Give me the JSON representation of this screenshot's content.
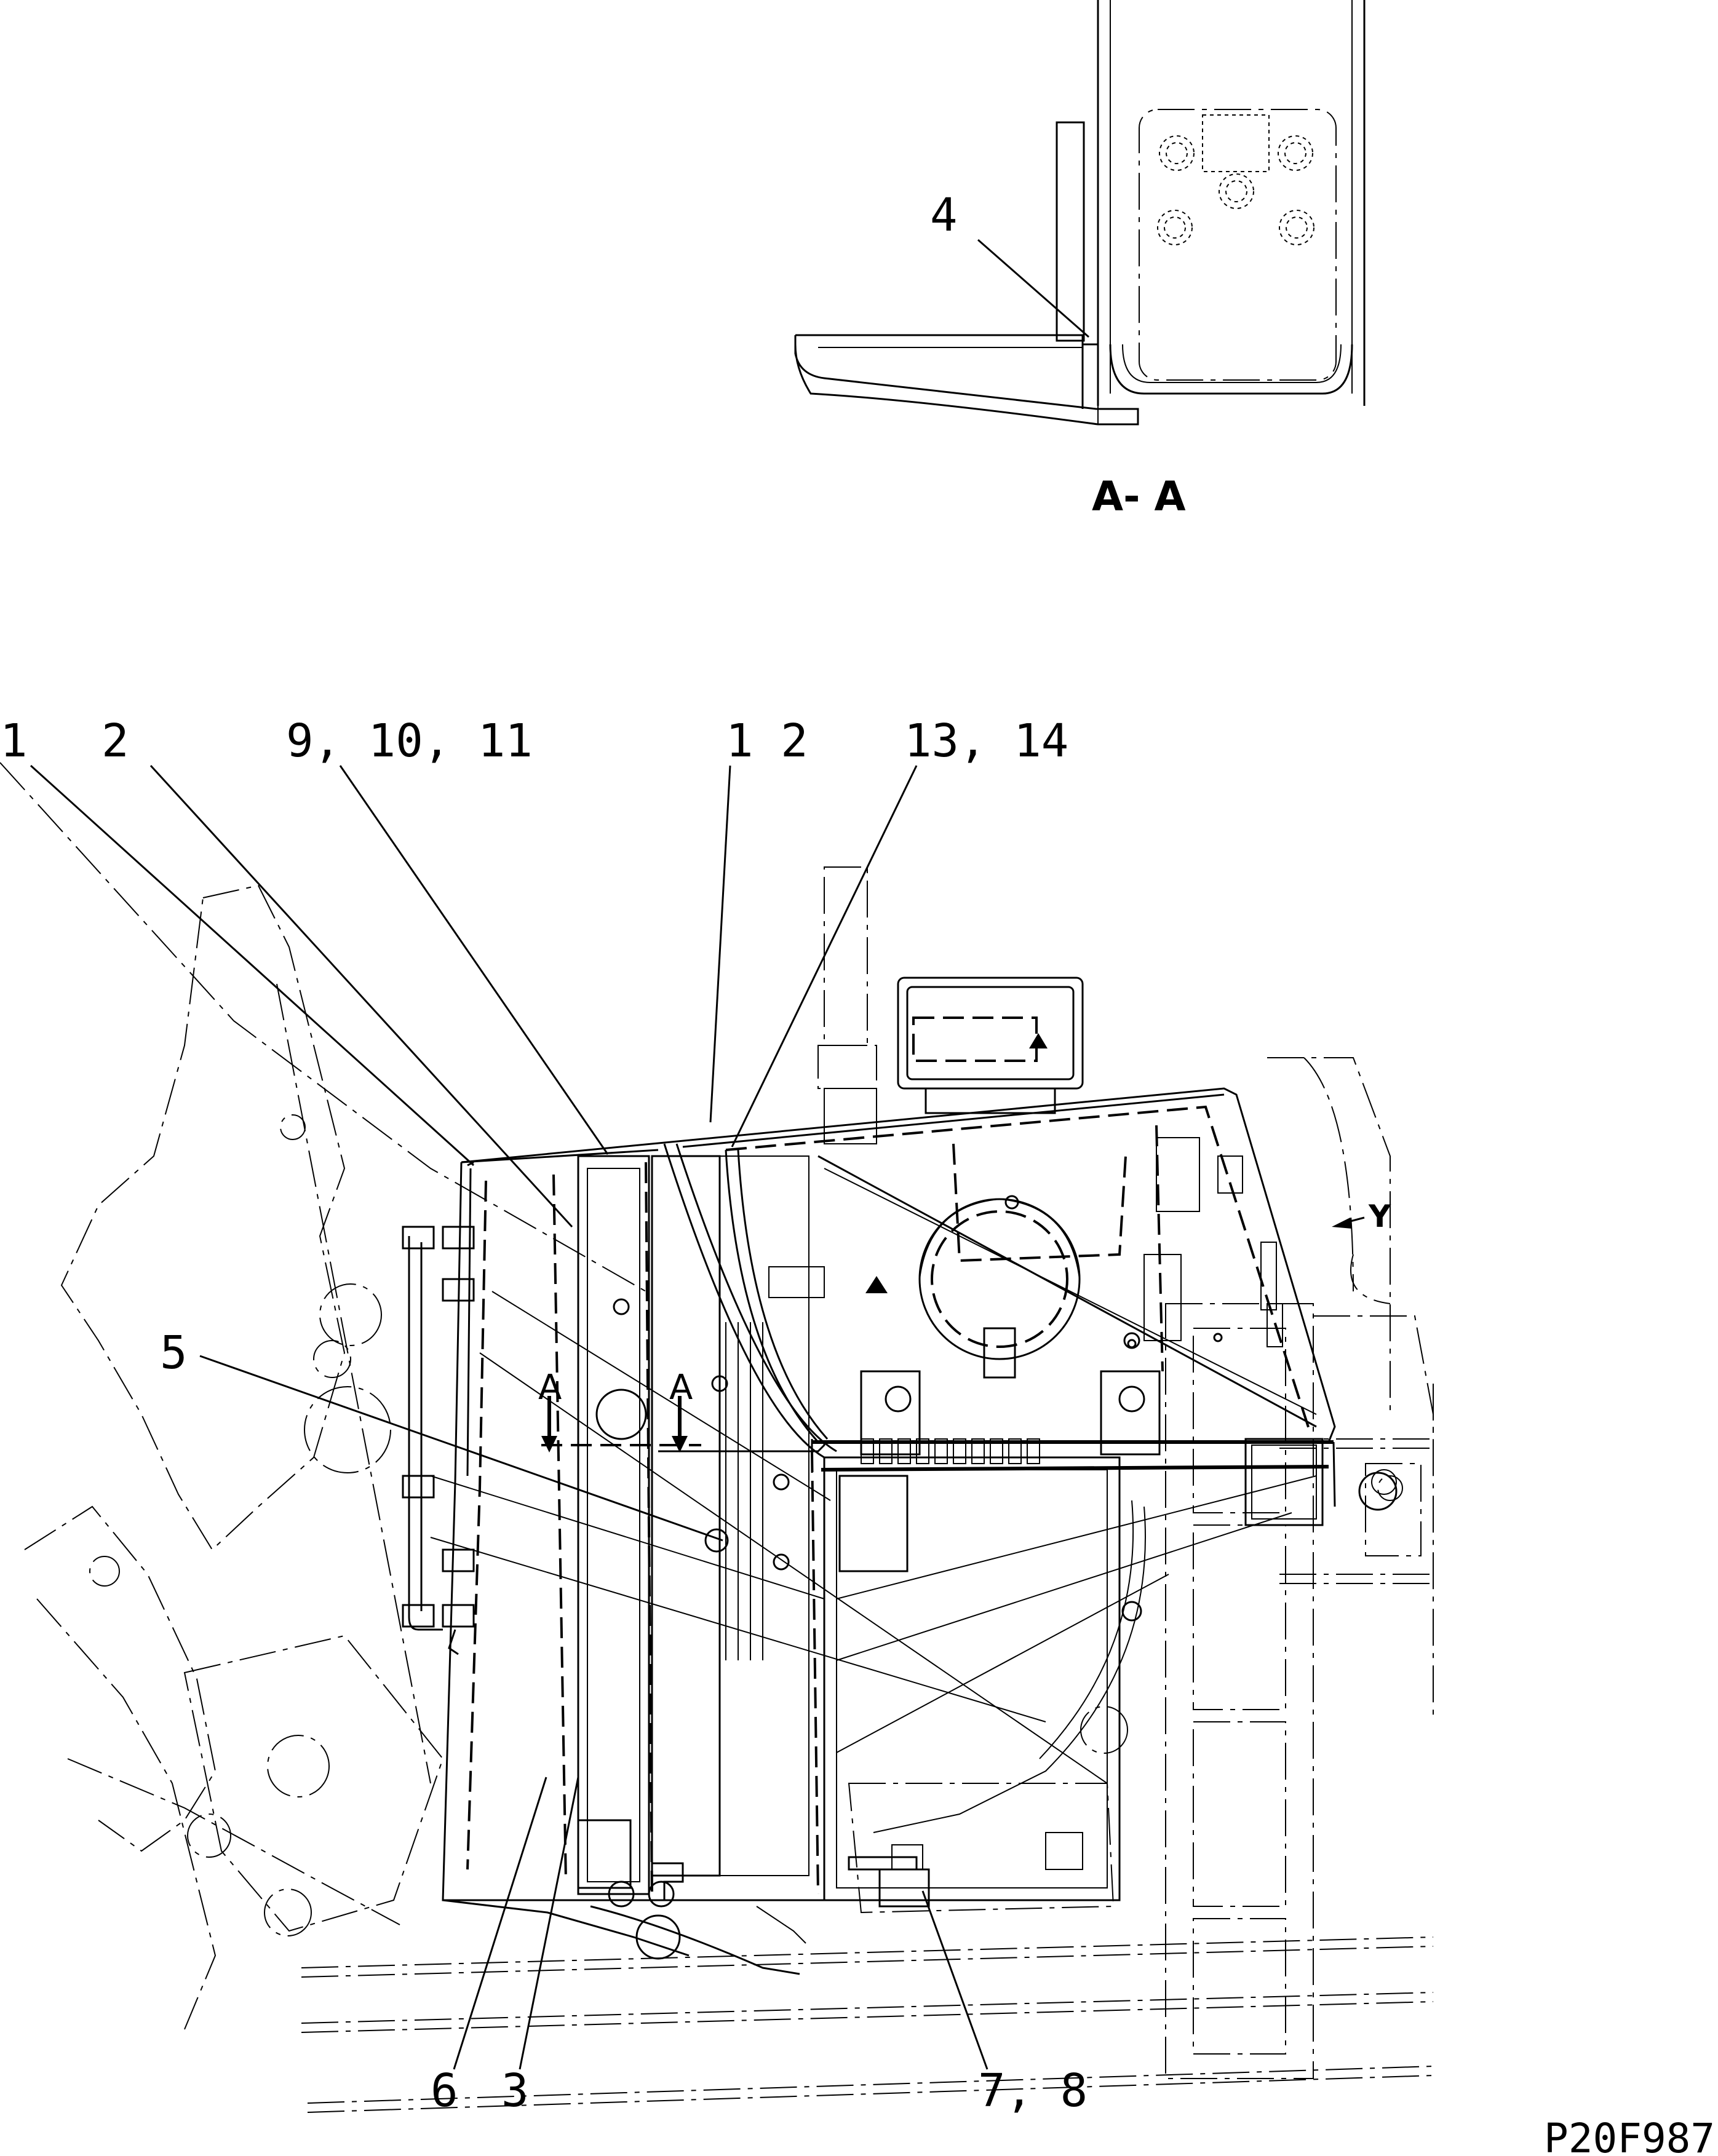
{
  "section_view": {
    "title": "A- A",
    "callout": "4"
  },
  "cutting_plane": {
    "left_letter": "A",
    "right_letter": "A"
  },
  "view_arrow": {
    "letter": "Y"
  },
  "callouts": {
    "c1": "1",
    "c2": "2",
    "c9_10_11": "9, 10, 11",
    "c12": "1 2",
    "c13_14": "13, 14",
    "c5": "5",
    "c6": "6",
    "c3": "3",
    "c7_8": "7, 8"
  },
  "sheet_id": "P20F987"
}
